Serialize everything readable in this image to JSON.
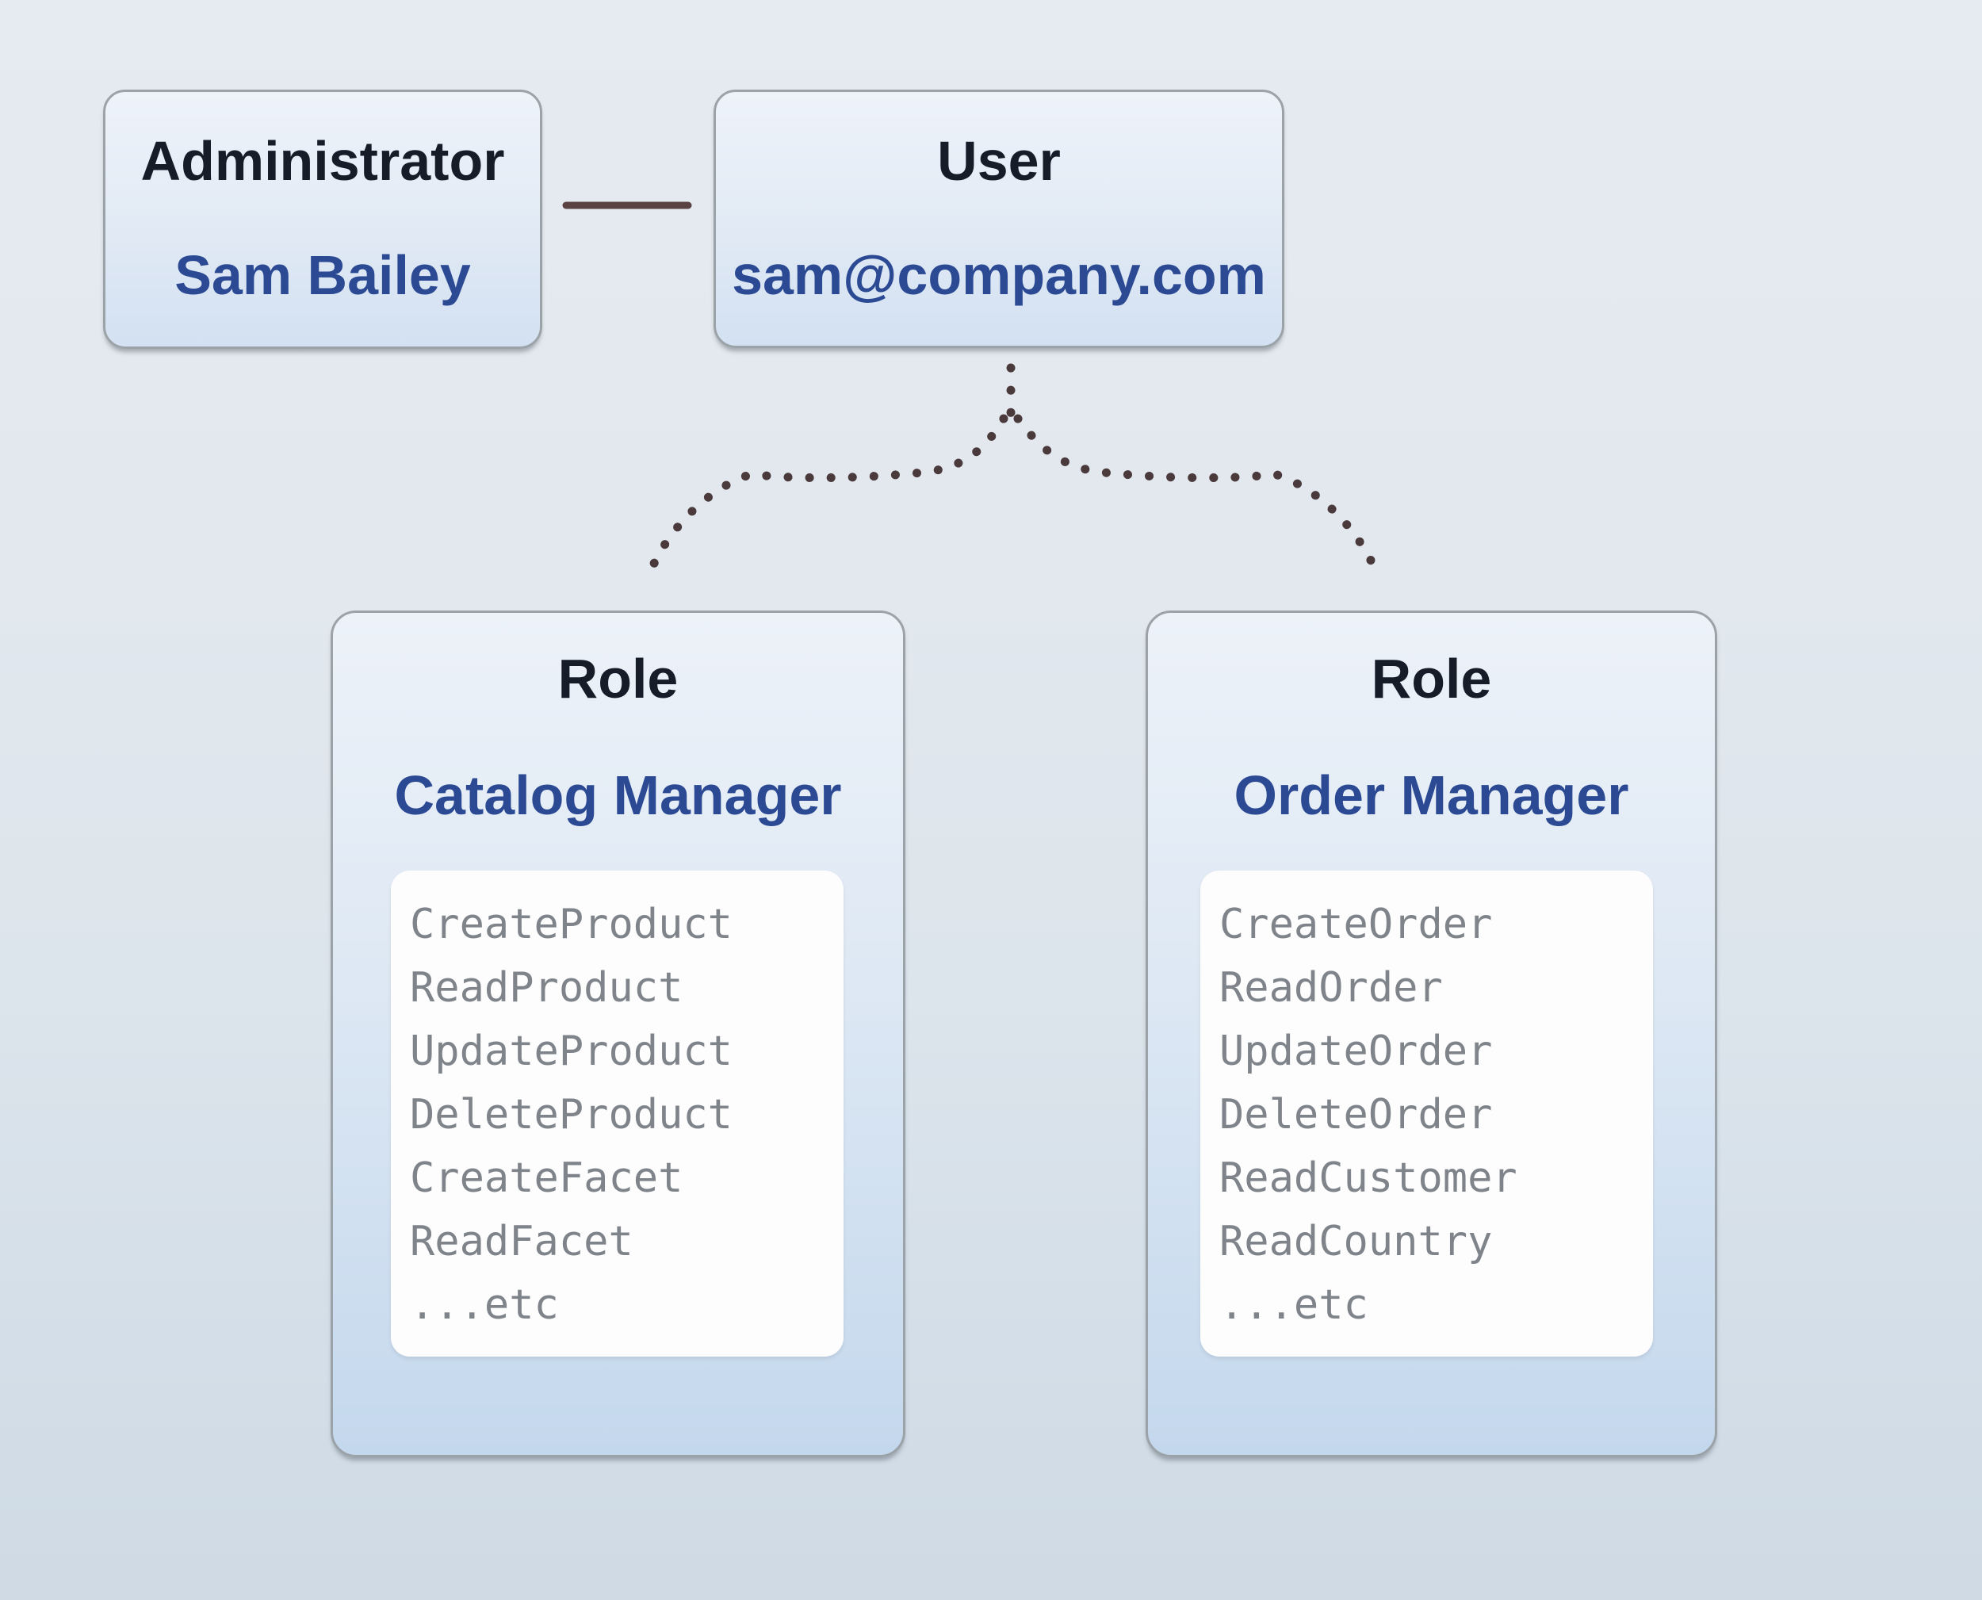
{
  "diagram": {
    "admin_card": {
      "title": "Administrator",
      "name": "Sam Bailey"
    },
    "user_card": {
      "title": "User",
      "email": "sam@company.com"
    },
    "roles": [
      {
        "title": "Role",
        "name": "Catalog Manager",
        "permissions": [
          "CreateProduct",
          "ReadProduct",
          "UpdateProduct",
          "DeleteProduct",
          "CreateFacet",
          "ReadFacet",
          "...etc"
        ]
      },
      {
        "title": "Role",
        "name": "Order Manager",
        "permissions": [
          "CreateOrder",
          "ReadOrder",
          "UpdateOrder",
          "DeleteOrder",
          "ReadCustomer",
          "ReadCountry",
          "...etc"
        ]
      }
    ],
    "colors": {
      "navy_accent": "#2b4a93",
      "title_dark": "#161d29",
      "relation_line_brown": "#5a4242",
      "dotted_line_brown": "#4a3a3c",
      "permission_text_gray": "#7f848b",
      "card_border_gray": "#9ba2a8",
      "card_fill_top": "#eef3fa",
      "card_fill_bottom": "#c4d8ed"
    }
  }
}
